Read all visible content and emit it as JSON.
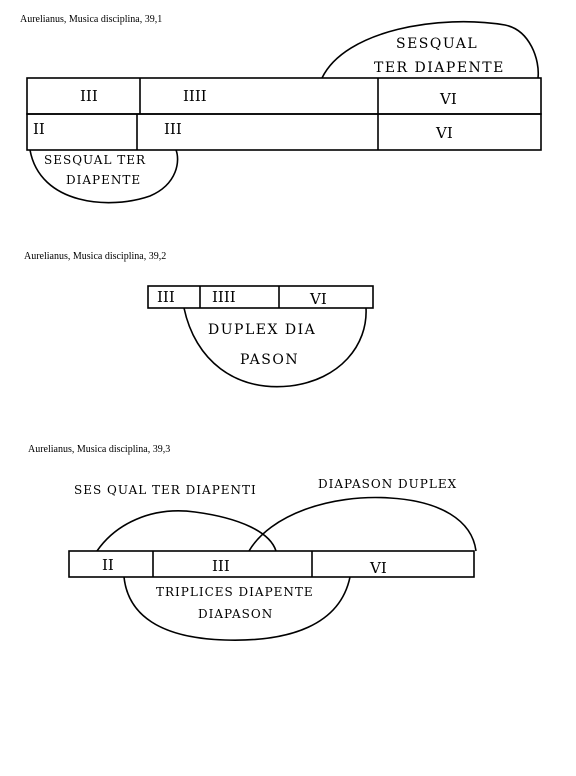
{
  "figures": [
    {
      "caption": "Aurelianus, Musica disciplina, 39,1",
      "row_top": [
        "III",
        "IIII",
        "VI"
      ],
      "row_bottom": [
        "II",
        "III",
        "VI"
      ],
      "arc_top_label": [
        "SESQUAL",
        "TER DIAPENTE"
      ],
      "arc_bottom_label": [
        "SESQUAL TER",
        "DIAPENTE"
      ]
    },
    {
      "caption": "Aurelianus, Musica disciplina, 39,2",
      "row": [
        "III",
        "IIII",
        "VI"
      ],
      "arc_label": [
        "DUPLEX DIA",
        "PASON"
      ]
    },
    {
      "caption": "Aurelianus, Musica disciplina, 39,3",
      "row": [
        "II",
        "III",
        "VI"
      ],
      "arc_left_label": "SES QUAL TER DIAPENTI",
      "arc_right_label": "DIAPASON DUPLEX",
      "arc_bottom_label": [
        "TRIPLICES DIAPENTE",
        "DIAPASON"
      ]
    }
  ]
}
